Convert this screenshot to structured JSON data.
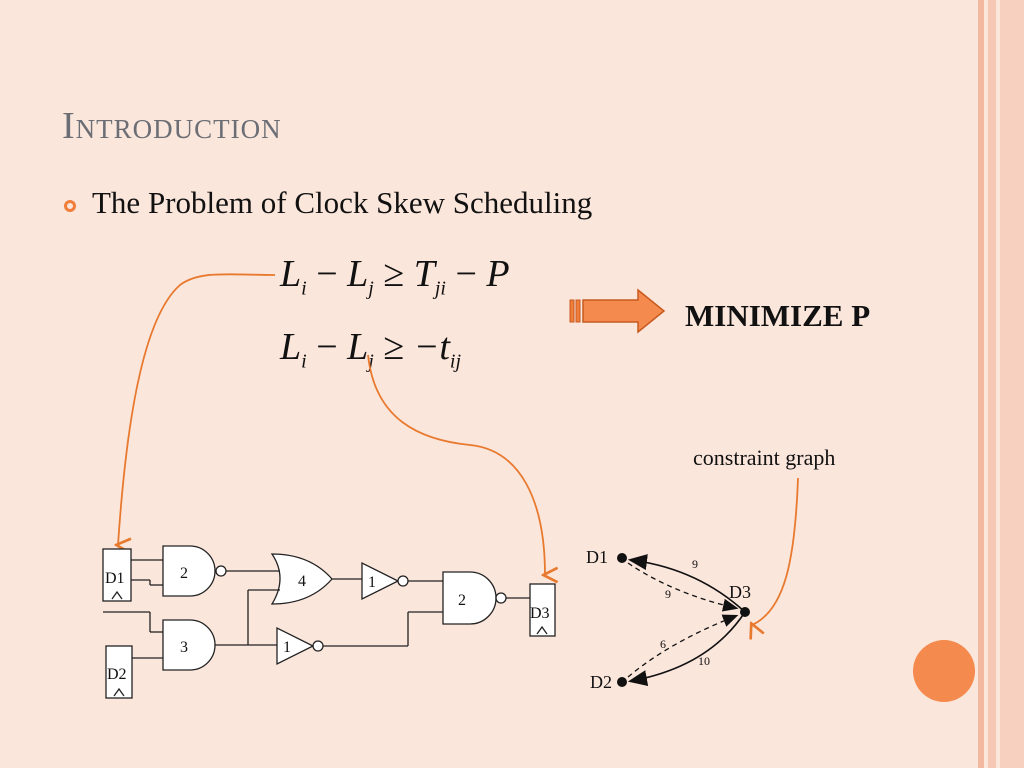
{
  "slide": {
    "title": "Introduction",
    "bullet": "The Problem of Clock Skew Scheduling"
  },
  "equations": {
    "eq1": {
      "lhs_a": "L",
      "sub_a": "i",
      "minus": "−",
      "lhs_b": "L",
      "sub_b": "j",
      "rel": "≥",
      "rhs_a": "T",
      "sub_c": "ji",
      "minus2": "−",
      "rhs_b": "P"
    },
    "eq2": {
      "lhs_a": "L",
      "sub_a": "i",
      "minus": "−",
      "lhs_b": "L",
      "sub_b": "j",
      "rel": "≥",
      "rhs_a": "−t",
      "sub_c": "ij"
    }
  },
  "minimize_label": "MINIMIZE P",
  "constraint_label": "constraint graph",
  "circuit": {
    "flipflops": [
      "D1",
      "D2",
      "D3"
    ],
    "gates": [
      "2",
      "3",
      "4",
      "1",
      "1",
      "2"
    ]
  },
  "graph": {
    "nodes": [
      "D1",
      "D2",
      "D3"
    ],
    "edge_labels": [
      "9",
      "9",
      "6",
      "10"
    ]
  },
  "colors": {
    "background": "#fbe6dc",
    "accent": "#f07d3a",
    "title": "#6b6e74"
  }
}
